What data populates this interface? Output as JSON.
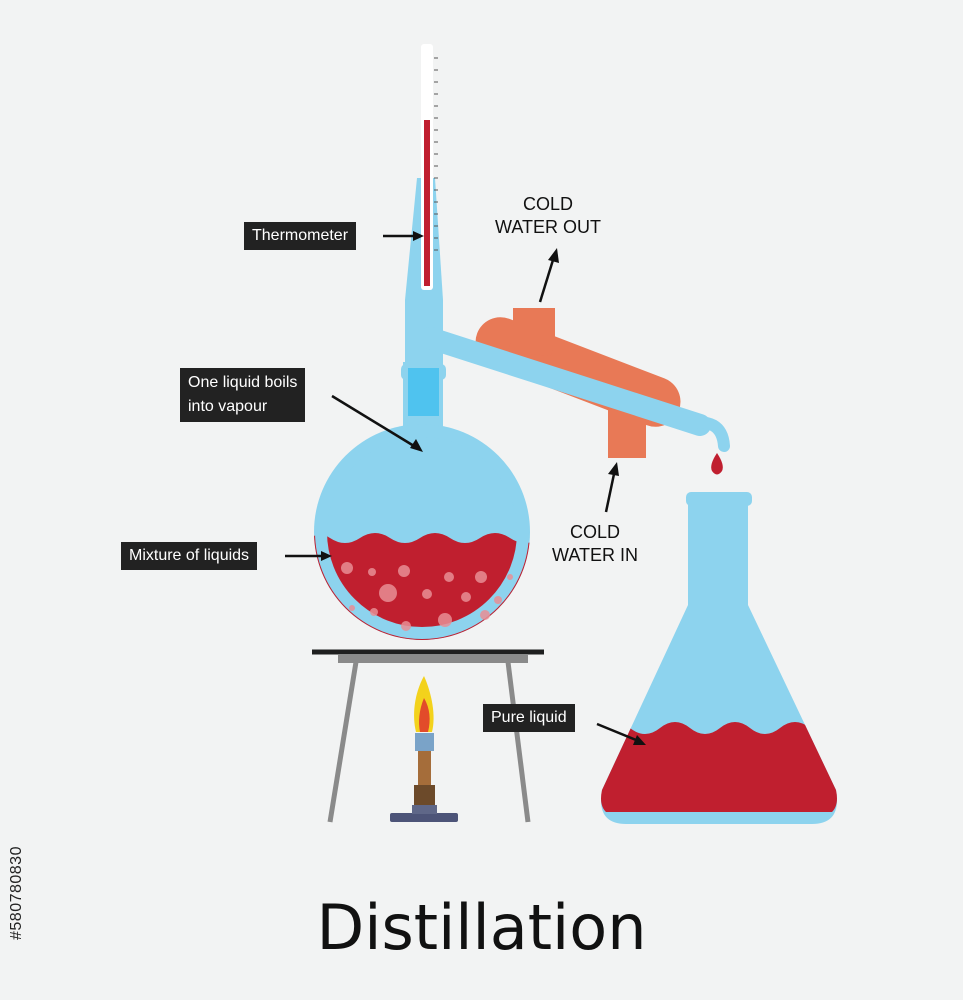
{
  "title": "Distillation",
  "labels": {
    "thermometer": "Thermometer",
    "boils": [
      "One liquid boils",
      "into vapour"
    ],
    "mixture": "Mixture of liquids",
    "pure": "Pure liquid",
    "water_out": [
      "COLD",
      "WATER OUT"
    ],
    "water_in": [
      "COLD",
      "WATER IN"
    ]
  },
  "stock_id": "#580780830",
  "colors": {
    "background": "#f2f3f3",
    "glass": "#8dd3ee",
    "glass_dark": "#4fc3ef",
    "liquid": "#c01f2f",
    "condenser": "#e87956",
    "stand": "#8a8a8a",
    "label_bg": "#222222"
  }
}
